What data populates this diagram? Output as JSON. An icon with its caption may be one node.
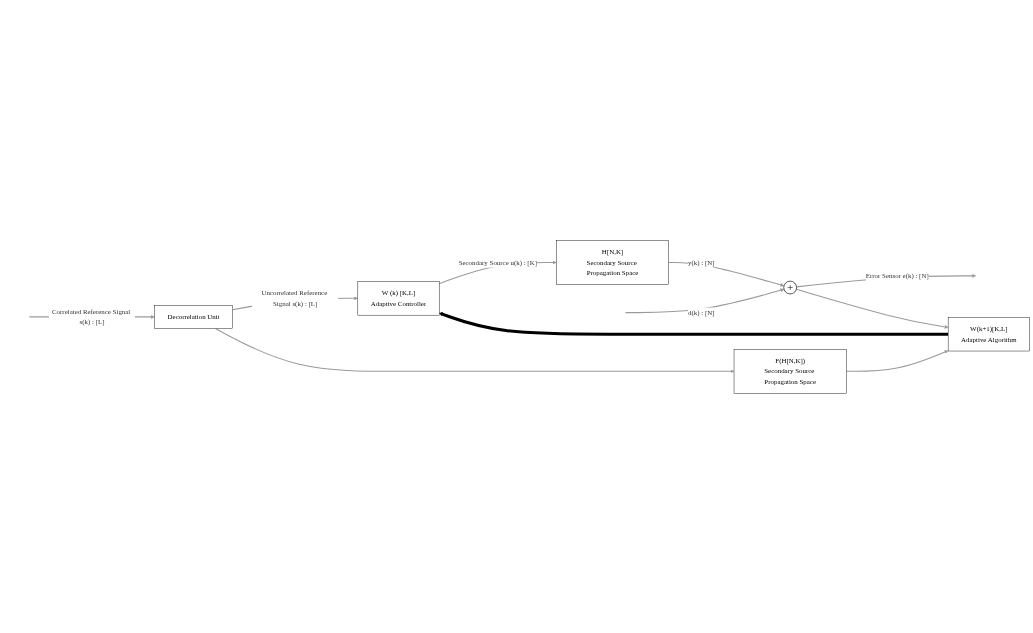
{
  "diagram": {
    "nodes": [
      {
        "text": [
          "Decorrelation Unit"
        ]
      },
      {
        "text": [
          "W (k) [K,L]",
          "Adaptive Controller"
        ]
      },
      {
        "text": [
          "H[N,K]",
          "Secondary Source Propagation Space"
        ]
      },
      {
        "text": [
          "+"
        ]
      },
      {
        "text": [
          "F(H[N,K])",
          "Secondary Source Propagation Space"
        ]
      },
      {
        "text": [
          "W(k+1)[K,L]",
          "Adaptive Algorithm"
        ]
      }
    ],
    "edges": [
      {
        "from": null,
        "to": 0,
        "arrow": "to",
        "label": "Correlated Reference Signal s(k) : [L]"
      },
      {
        "from": 0,
        "to": 1,
        "arrow": "to",
        "label": "Uncorrelated Reference Signal s(k) : [L]"
      },
      {
        "from": 0,
        "to": 4,
        "arrow": "to"
      },
      {
        "from": 1,
        "to": 2,
        "arrow": "to",
        "label": "Secondary Source u(k) : [K]"
      },
      {
        "from": 2,
        "to": 3,
        "arrow": "to",
        "label": "y(k) : [N]"
      },
      {
        "from": null,
        "to": 3,
        "arrow": "to",
        "label": "d(k) : [N]"
      },
      {
        "from": 3,
        "to": null,
        "arrow": "to",
        "label": "Error Sensor e(k) : [N]"
      },
      {
        "from": 3,
        "to": 5,
        "arrow": "to"
      },
      {
        "from": 4,
        "to": 5,
        "arrow": "to"
      },
      {
        "from": 5,
        "to": 1,
        "arrow": "to",
        "style": "thick",
        "color": "#000000"
      }
    ]
  }
}
